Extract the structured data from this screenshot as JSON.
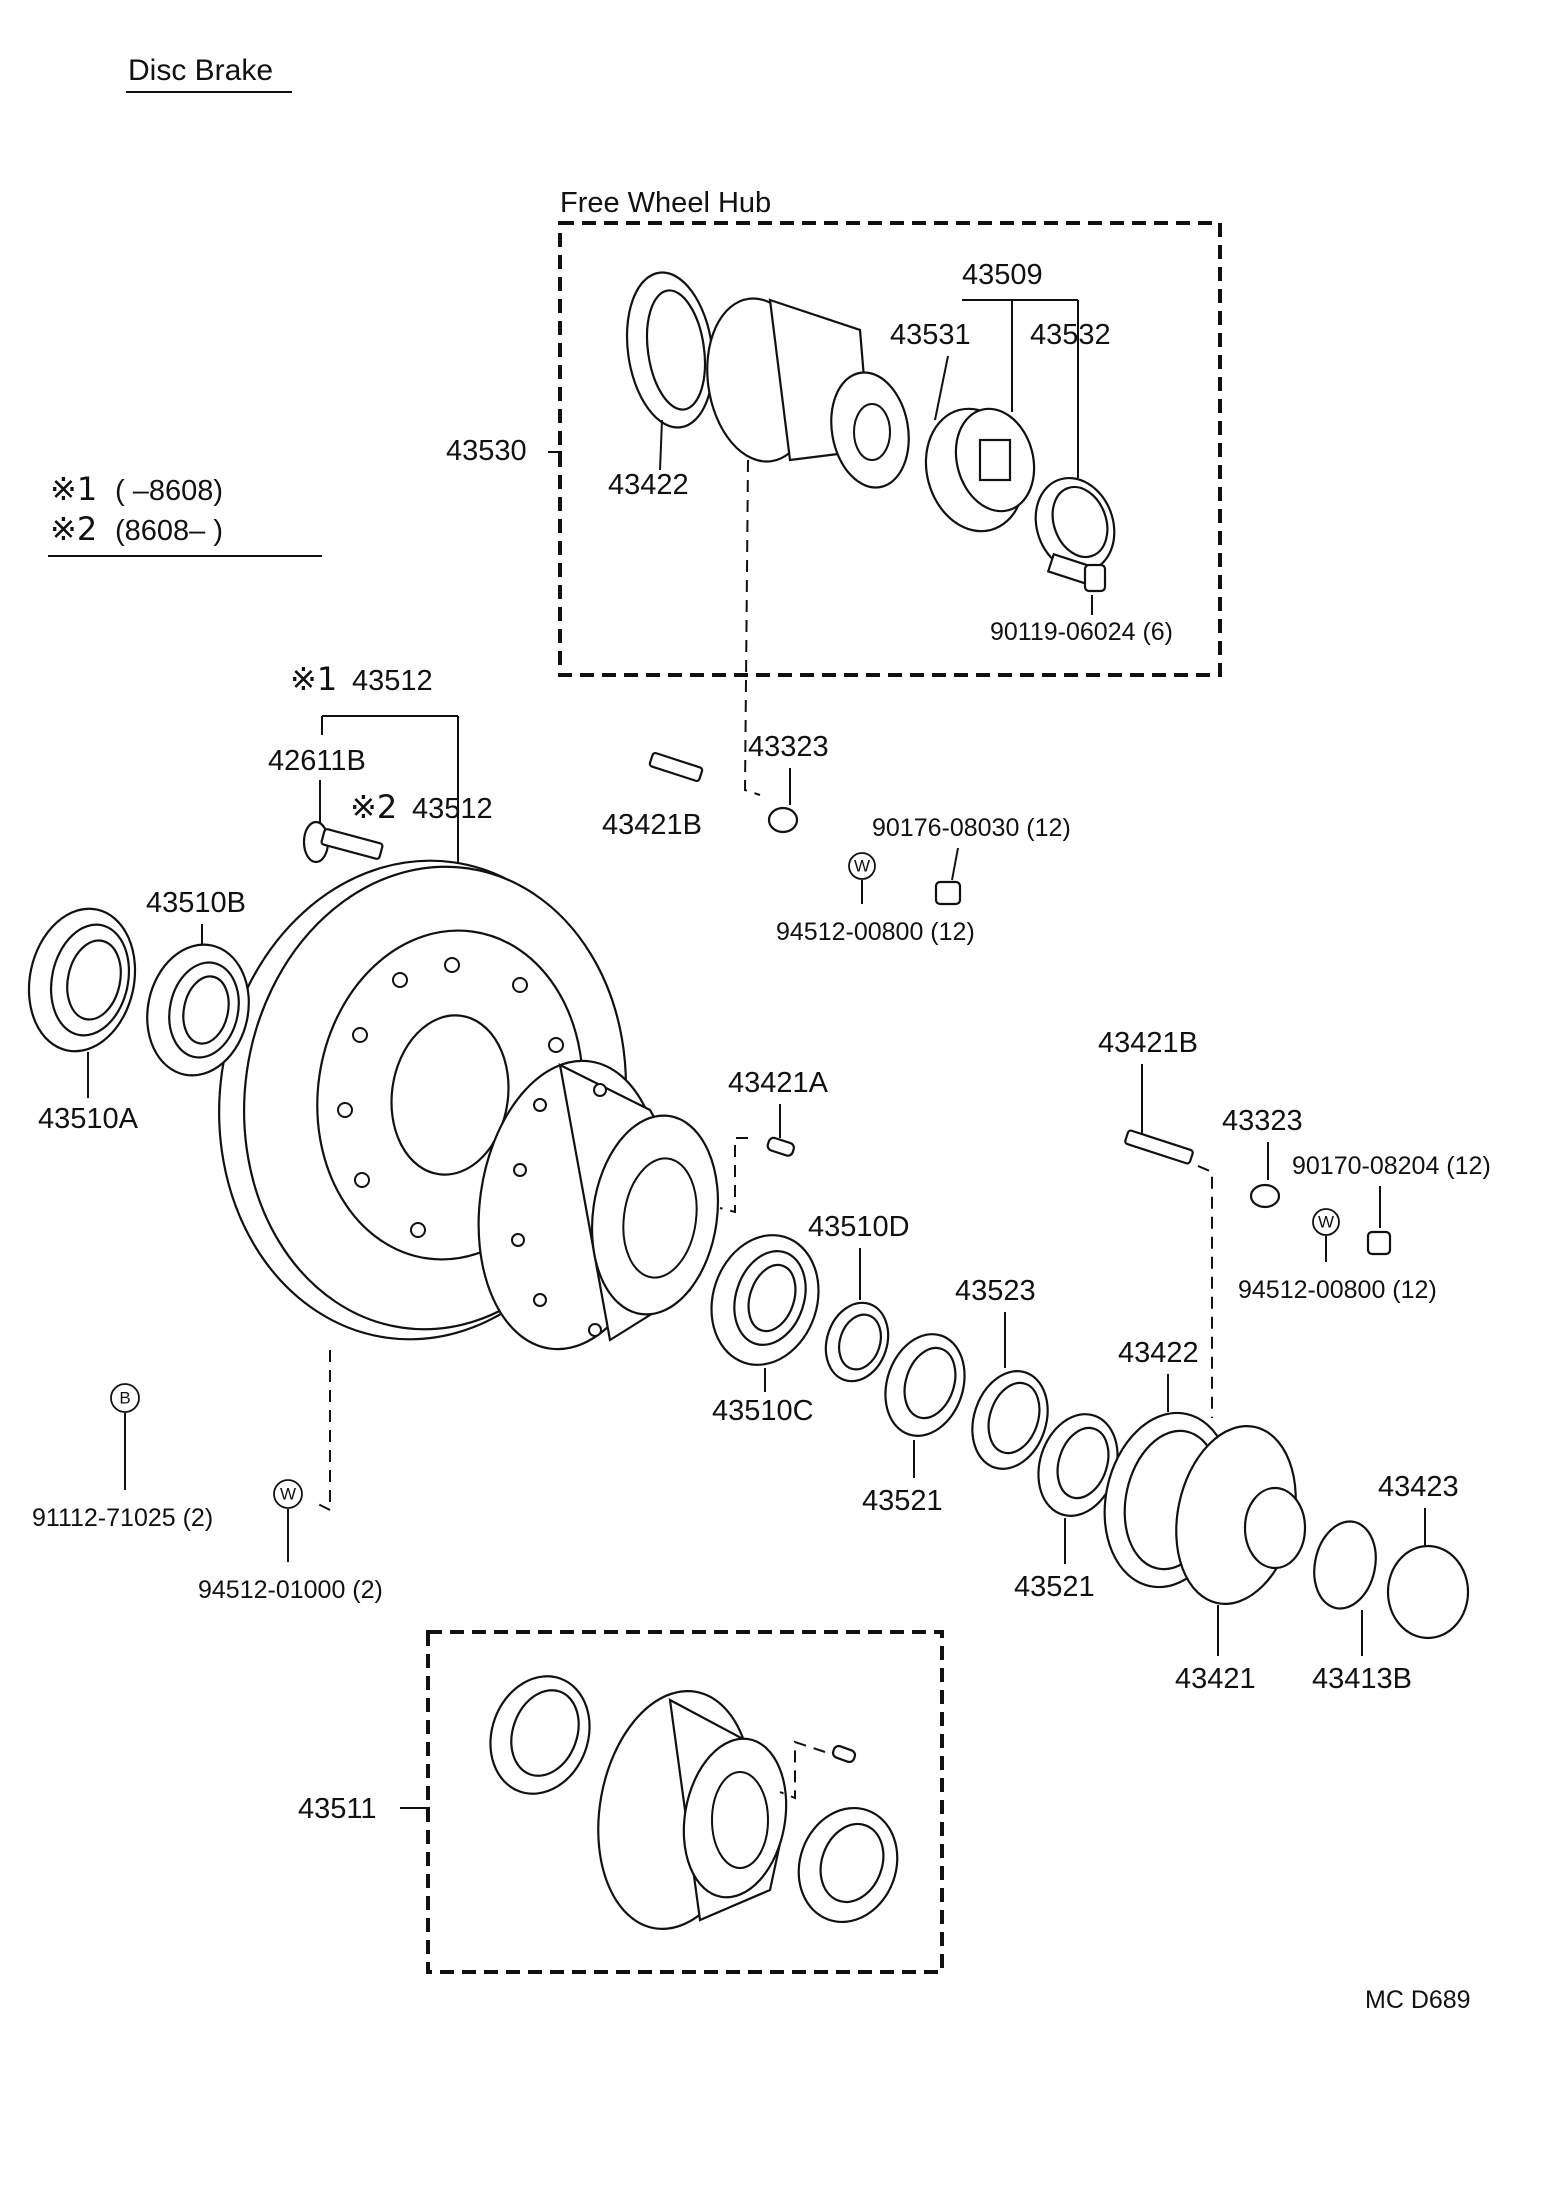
{
  "title": "Disc Brake",
  "legend": {
    "note1_symbol": "※1",
    "note1_range": "(        –8608)",
    "note2_symbol": "※2",
    "note2_range": "(8608–        )"
  },
  "groups": {
    "free_wheel_hub": "Free Wheel Hub"
  },
  "marks": {
    "washer": "W",
    "bolt": "B"
  },
  "labels": {
    "p43530": "43530",
    "p43422_top": "43422",
    "p43509": "43509",
    "p43531": "43531",
    "p43532": "43532",
    "p90119": "90119-06024 (6)",
    "p43512_n1": "43512",
    "p43512_n2": "43512",
    "p42611B": "42611B",
    "p43323_top": "43323",
    "p43421B_top": "43421B",
    "p90176": "90176-08030 (12)",
    "p94512_top": "94512-00800 (12)",
    "p43510B": "43510B",
    "p43510A": "43510A",
    "p43421A": "43421A",
    "p43421B_right": "43421B",
    "p43323_right": "43323",
    "p90170": "90170-08204 (12)",
    "p94512_right": "94512-00800 (12)",
    "p43510D": "43510D",
    "p43523": "43523",
    "p43422_right": "43422",
    "p43510C": "43510C",
    "p43521_a": "43521",
    "p43521_b": "43521",
    "p43423": "43423",
    "p43421": "43421",
    "p43413B": "43413B",
    "p91112": "91112-71025 (2)",
    "p94512_bottom": "94512-01000 (2)",
    "p43511": "43511"
  },
  "footer_code": "MC  D689"
}
